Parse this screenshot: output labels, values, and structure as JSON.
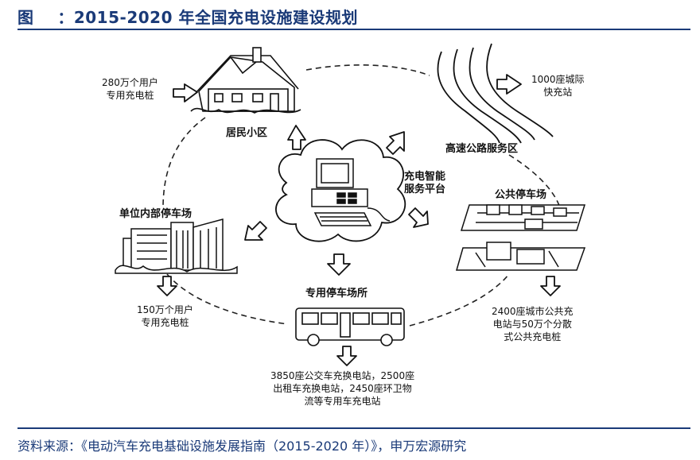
{
  "header": {
    "title": "图    ：2015-2020 年全国充电设施建设规划"
  },
  "footer": {
    "source": "资料来源：《电动汽车充电基础设施发展指南（2015-2020 年）》，申万宏源研究"
  },
  "nodes": {
    "residential": {
      "label": "居民小区",
      "note_line1": "280万个用户",
      "note_line2": "专用充电桩"
    },
    "highway": {
      "label": "高速公路服务区",
      "note_line1": "1000座城际",
      "note_line2": "快充站"
    },
    "platform": {
      "label_line1": "充电智能",
      "label_line2": "服务平台"
    },
    "public_parking": {
      "label": "公共停车场",
      "note_line1": "2400座城市公共充",
      "note_line2": "电站与50万个分散",
      "note_line3": "式公共充电桩"
    },
    "unit_parking": {
      "label": "单位内部停车场",
      "note_line1": "150万个用户",
      "note_line2": "专用充电桩"
    },
    "dedicated_parking": {
      "label": "专用停车场所",
      "note_line1": "3850座公交车充换电站，2500座",
      "note_line2": "出租车充换电站，2450座环卫物",
      "note_line3": "流等专用车充电站"
    }
  }
}
